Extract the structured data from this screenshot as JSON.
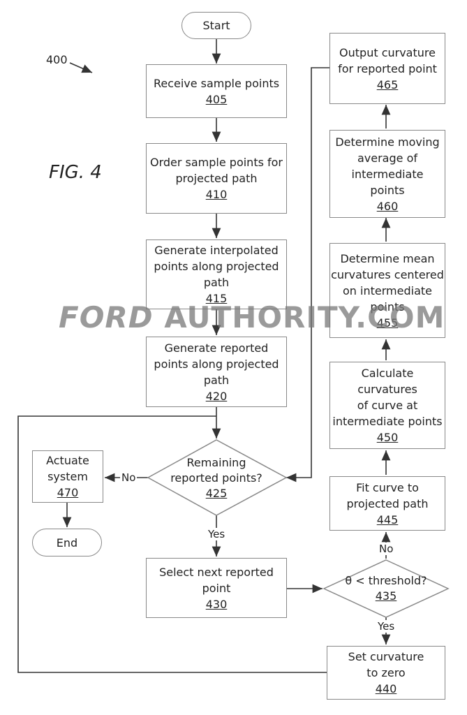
{
  "figure": {
    "label": "FIG. 4",
    "reference": "400"
  },
  "terminals": {
    "start": "Start",
    "end": "End"
  },
  "steps": {
    "s405": {
      "lines": [
        "Receive sample points"
      ],
      "num": "405"
    },
    "s410": {
      "lines": [
        "Order sample points for",
        "projected path"
      ],
      "num": "410"
    },
    "s415": {
      "lines": [
        "Generate interpolated",
        "points along projected",
        "path"
      ],
      "num": "415"
    },
    "s420": {
      "lines": [
        "Generate reported",
        "points along projected",
        "path"
      ],
      "num": "420"
    },
    "s430": {
      "lines": [
        "Select next reported",
        "point"
      ],
      "num": "430"
    },
    "s440": {
      "lines": [
        "Set curvature",
        "to zero"
      ],
      "num": "440"
    },
    "s445": {
      "lines": [
        "Fit curve to",
        "projected path"
      ],
      "num": "445"
    },
    "s450": {
      "lines": [
        "Calculate curvatures",
        "of curve at",
        "intermediate points"
      ],
      "num": "450"
    },
    "s455": {
      "lines": [
        "Determine mean",
        "curvatures centered",
        "on intermediate",
        "points"
      ],
      "num": "455"
    },
    "s460": {
      "lines": [
        "Determine moving",
        "average of",
        "intermediate",
        "points"
      ],
      "num": "460"
    },
    "s465": {
      "lines": [
        "Output curvature",
        "for reported point"
      ],
      "num": "465"
    },
    "s470": {
      "lines": [
        "Actuate",
        "system"
      ],
      "num": "470"
    }
  },
  "decisions": {
    "d425": {
      "lines": [
        "Remaining",
        "reported points?"
      ],
      "num": "425"
    },
    "d435": {
      "lines": [
        "θ < threshold?"
      ],
      "num": "435"
    }
  },
  "edge_labels": {
    "no_425": "No",
    "yes_425": "Yes",
    "no_435": "No",
    "yes_435": "Yes"
  },
  "watermark": {
    "brand": "FORD",
    "rest": " AUTHORITY.COM"
  }
}
